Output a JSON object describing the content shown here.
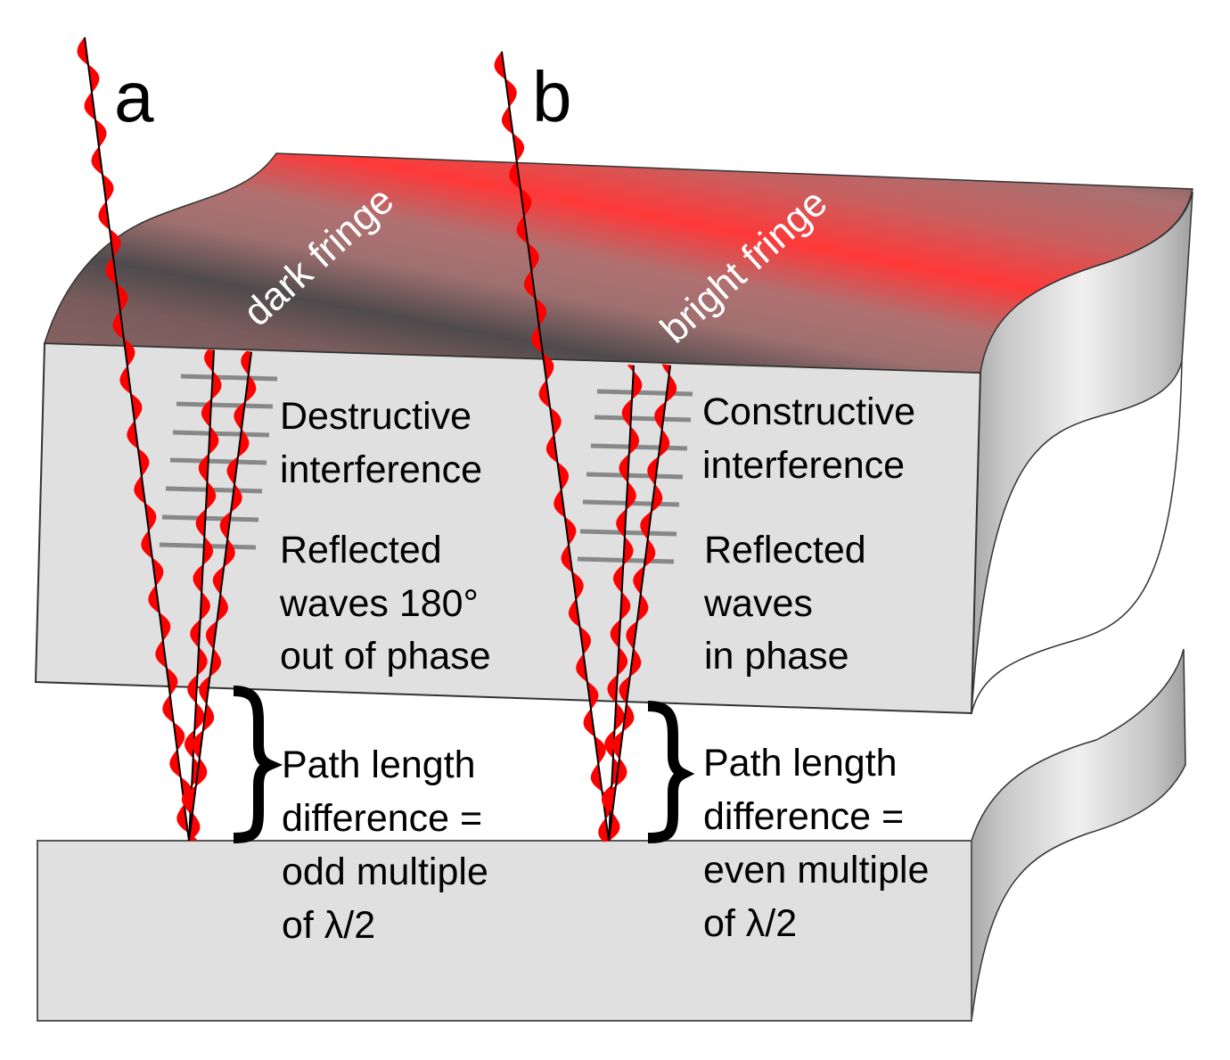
{
  "panels": {
    "a": {
      "letter": "a",
      "fringe_label": "dark fringe",
      "interference": [
        "Destructive",
        "interference"
      ],
      "phase": [
        "Reflected",
        "waves 180°",
        "out of phase"
      ],
      "path": [
        "Path length",
        "difference =",
        "odd multiple",
        "of λ/2"
      ]
    },
    "b": {
      "letter": "b",
      "fringe_label": "bright fringe",
      "interference": [
        "Constructive",
        "interference"
      ],
      "phase": [
        "Reflected",
        "waves",
        "in phase"
      ],
      "path": [
        "Path length",
        "difference =",
        "even multiple",
        "of λ/2"
      ]
    }
  },
  "colors": {
    "wave": "#ff0000",
    "slab_front": "#e0e0e0",
    "dark_fringe": "#505050",
    "bright_fringe": "#ff3535",
    "fringe_mid": "#b07070",
    "wavefront": "#888888"
  }
}
